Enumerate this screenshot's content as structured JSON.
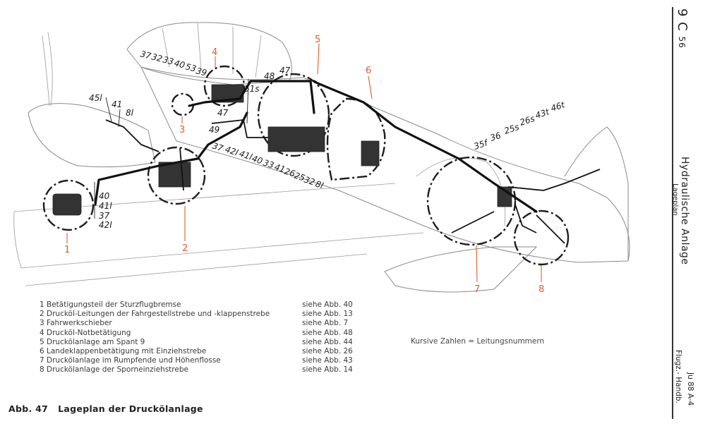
{
  "callouts": [
    "1",
    "2",
    "3",
    "4",
    "5",
    "6",
    "7",
    "8"
  ],
  "line_labels": {
    "l45": "45l",
    "l41": "41",
    "l8": "8l",
    "stack_left": [
      "40",
      "41l",
      "37",
      "42l"
    ],
    "top_cockpit": [
      "37",
      "32",
      "33",
      "40",
      "53",
      "39"
    ],
    "l51s": "51s",
    "l48": "48",
    "l47a": "47",
    "l47b": "47",
    "l49": "49",
    "bottom_row": [
      "37",
      "42l",
      "41l",
      "40",
      "33",
      "41",
      "26",
      "25",
      "32",
      "8l"
    ],
    "tail_row": [
      "35f",
      "36",
      "25s",
      "26s",
      "43t",
      "46t"
    ]
  },
  "legend": [
    {
      "text": "1  Betätigungsteil der Sturzflugbremse",
      "ref": "siehe Abb. 40"
    },
    {
      "text": "2  Drucköl-Leitungen der Fahrgestellstrebe und -klappenstrebe",
      "ref": "siehe Abb. 13"
    },
    {
      "text": "3  Fahrwerkschieber",
      "ref": "siehe Abb. 7"
    },
    {
      "text": "4  Drucköl-Notbetätigung",
      "ref": "siehe Abb. 48"
    },
    {
      "text": "5  Druckölanlage am Spant 9",
      "ref": "siehe Abb. 44"
    },
    {
      "text": "6  Landeklappenbetätigung mit Einziehstrebe",
      "ref": "siehe Abb. 26"
    },
    {
      "text": "7  Druckölanlage im Rumpfende und Höhenflosse",
      "ref": "siehe Abb. 43"
    },
    {
      "text": "8  Druckölanlage der Sporneinziehstrebe",
      "ref": "siehe Abb. 14"
    }
  ],
  "note": "Kursive Zahlen = Leitungsnummern",
  "caption": {
    "fig": "Abb. 47",
    "title": "Lageplan der Druckölanlage"
  },
  "side": {
    "code_main": "9 C",
    "code_sub": "56",
    "title": "Hydraulische Anlage",
    "subtitle": "Lageplan",
    "aircraft": "Ju 88 A-4",
    "book": "Flugz.- Handb."
  },
  "colors": {
    "callout": "#d9602a",
    "ink": "#111111"
  }
}
